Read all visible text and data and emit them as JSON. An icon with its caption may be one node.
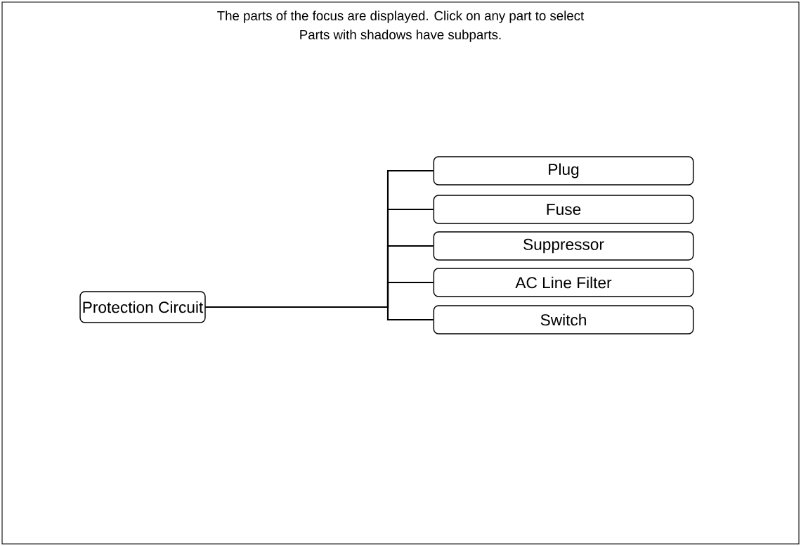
{
  "diagram": {
    "nodes": [
      {
        "text": [
          "Protection Circuit"
        ]
      },
      {
        "text": [
          "Plug"
        ]
      },
      {
        "text": [
          "Fuse"
        ]
      },
      {
        "text": [
          "Suppressor"
        ]
      },
      {
        "text": [
          "AC Line Filter"
        ]
      },
      {
        "text": [
          "Switch"
        ]
      }
    ],
    "edges": [
      {
        "from": 0,
        "to": 1,
        "arrow": "none"
      },
      {
        "from": 0,
        "to": 2,
        "arrow": "none"
      },
      {
        "from": 0,
        "to": 3,
        "arrow": "none"
      },
      {
        "from": 0,
        "to": 4,
        "arrow": "none"
      },
      {
        "from": 0,
        "to": 5,
        "arrow": "none"
      }
    ],
    "labels": [
      "The parts of the focus are displayed.  Click on any part to select",
      "Parts with shadows have subparts."
    ]
  }
}
